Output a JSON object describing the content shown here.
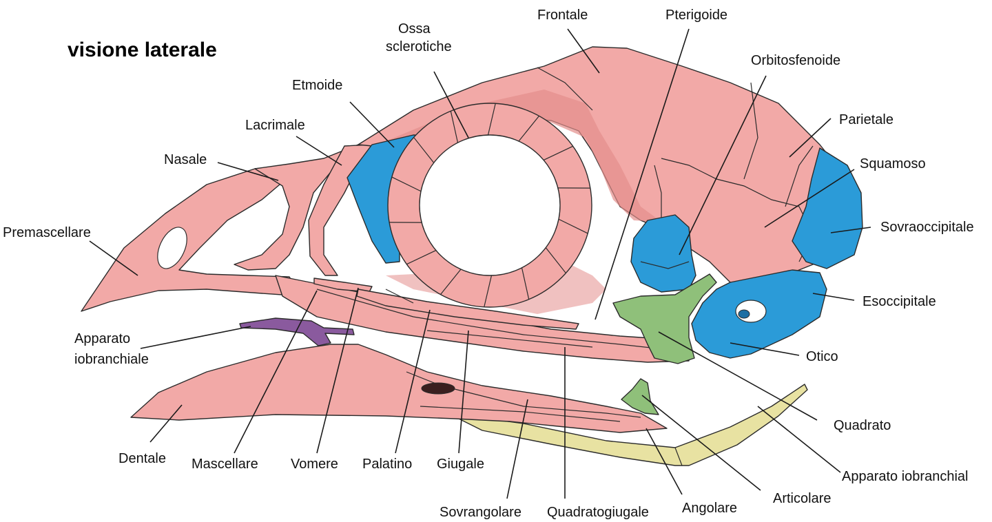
{
  "title": "visione laterale",
  "colors": {
    "bone": "#f2a9a7",
    "blue": "#2b9bd8",
    "green": "#8fc07a",
    "purple": "#8a5a9e",
    "yellow": "#e8e2a2",
    "background": "#ffffff"
  },
  "labels": {
    "frontale": "Frontale",
    "pterigoide": "Pterigoide",
    "ossa_sclerotiche_1": "Ossa",
    "ossa_sclerotiche_2": "sclerotiche",
    "orbitosfenoide": "Orbitosfenoide",
    "etmoide": "Etmoide",
    "parietale": "Parietale",
    "lacrimale": "Lacrimale",
    "squamoso": "Squamoso",
    "nasale": "Nasale",
    "premascellare": "Premascellare",
    "sovraoccipitale": "Sovraoccipitale",
    "esoccipitale": "Esoccipitale",
    "apparato_1": "Apparato",
    "apparato_2": "iobranchiale",
    "otico": "Otico",
    "quadrato": "Quadrato",
    "apparato_iobranchiale_right": "Apparato iobranchial",
    "dentale": "Dentale",
    "mascellare": "Mascellare",
    "vomere": "Vomere",
    "palatino": "Palatino",
    "giugale": "Giugale",
    "articolare": "Articolare",
    "sovrangolare": "Sovrangolare",
    "quadratogiugale": "Quadratogiugale",
    "angolare": "Angolare"
  }
}
